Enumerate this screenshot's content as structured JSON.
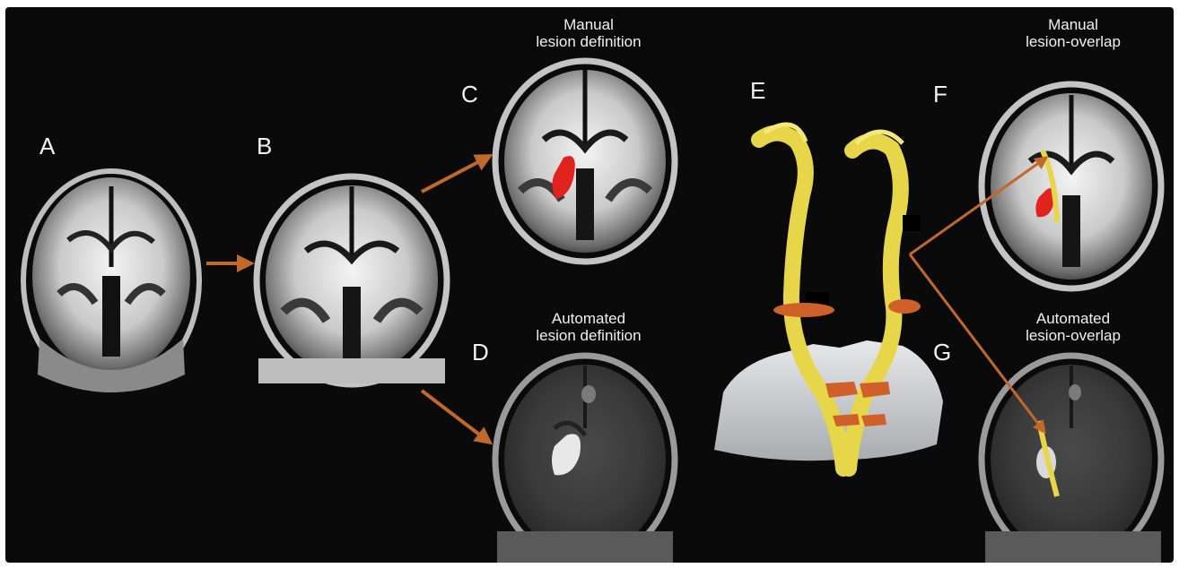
{
  "panels": {
    "a": {
      "letter": "A"
    },
    "b": {
      "letter": "B"
    },
    "c": {
      "letter": "C",
      "caption_line1": "Manual",
      "caption_line2": "lesion definition"
    },
    "d": {
      "letter": "D",
      "caption_line1": "Automated",
      "caption_line2": "lesion definition"
    },
    "e": {
      "letter": "E"
    },
    "f": {
      "letter": "F",
      "caption_line1": "Manual",
      "caption_line2": "lesion-overlap"
    },
    "g": {
      "letter": "G",
      "caption_line1": "Automated",
      "caption_line2": "lesion-overlap"
    }
  },
  "colors": {
    "background": "#0a0a0a",
    "arrow": "#c0692a",
    "lesion_manual": "#e0231c",
    "lesion_automated": "#e8e8e8",
    "tract": "#e8d64a",
    "roi": "#d0602a",
    "brainstem": "#d4d6d8"
  }
}
